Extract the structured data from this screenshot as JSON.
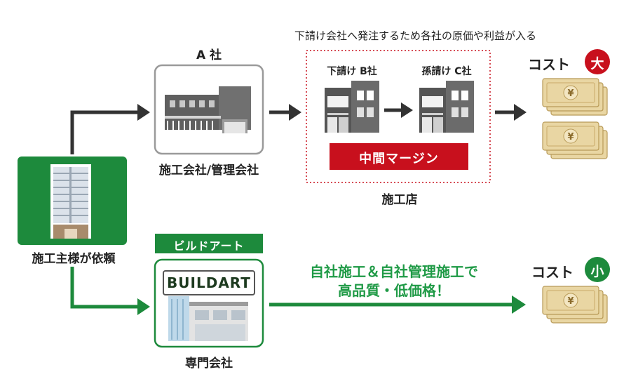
{
  "colors": {
    "accent_green": "#1d8a3c",
    "green_text": "#1f9a46",
    "red": "#c8101d",
    "dark_arrow": "#333333",
    "gray_box": "#9a9a9a",
    "building_dark": "#595959",
    "money_tan": "#e3cd96"
  },
  "top_note": "下請け会社へ発注するため各社の原価や利益が入る",
  "company_a": {
    "title": "A 社",
    "caption": "施工会社/管理会社"
  },
  "subcontractor_b": {
    "label": "下請け B社"
  },
  "subcontractor_c": {
    "label": "孫請け C社"
  },
  "margin_label": "中間マージン",
  "construction_shop": "施工店",
  "client_label": "施工主様が依頼",
  "cost_high": {
    "label": "コスト",
    "badge": "大"
  },
  "cost_low": {
    "label": "コスト",
    "badge": "小"
  },
  "buildart": {
    "banner": "ビルドアート",
    "logo": "BUILDART",
    "caption": "専門会社"
  },
  "message": {
    "line1": "自社施工＆自社管理施工で",
    "line2": "高品質・低価格！"
  },
  "money_icon": "yen-banknote-icon"
}
